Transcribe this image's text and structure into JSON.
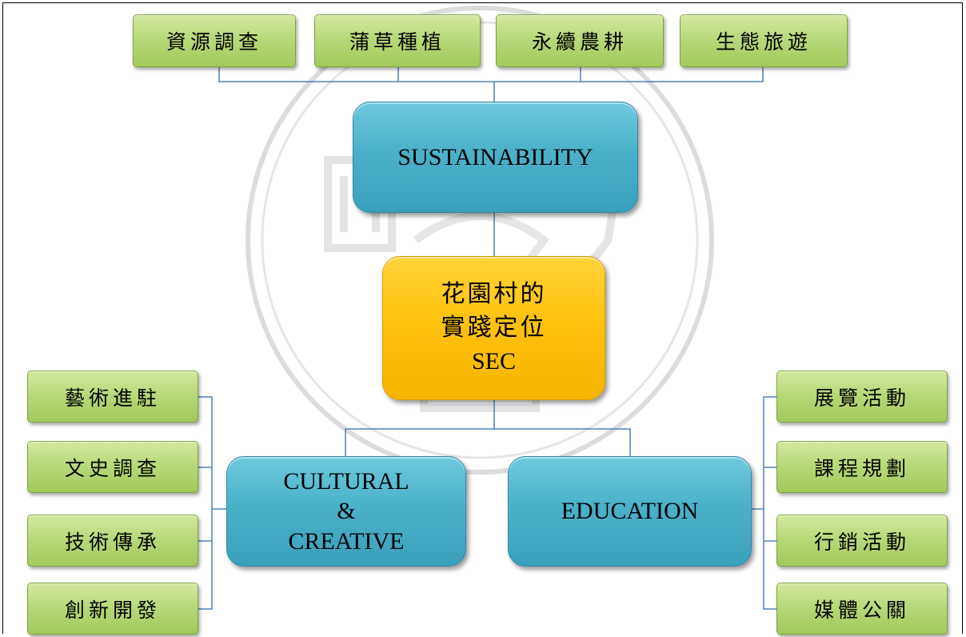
{
  "top_items": [
    "資源調查",
    "蒲草種植",
    "永續農耕",
    "生態旅遊"
  ],
  "sustainability": "SUSTAINABILITY",
  "center": {
    "line1": "花園村的",
    "line2": "實踐定位",
    "line3": "SEC"
  },
  "cultural": {
    "line1": "CULTURAL",
    "line2": "&",
    "line3": "CREATIVE"
  },
  "education": "EDUCATION",
  "left_items": [
    "藝術進駐",
    "文史調查",
    "技術傳承",
    "創新開發"
  ],
  "right_items": [
    "展覽活動",
    "課程規劃",
    "行銷活動",
    "媒體公關"
  ],
  "colors": {
    "green_box": "#b9d97a",
    "blue_box": "#4bb1cb",
    "gold_box": "#ffc20e",
    "connector": "#4f81bd"
  }
}
